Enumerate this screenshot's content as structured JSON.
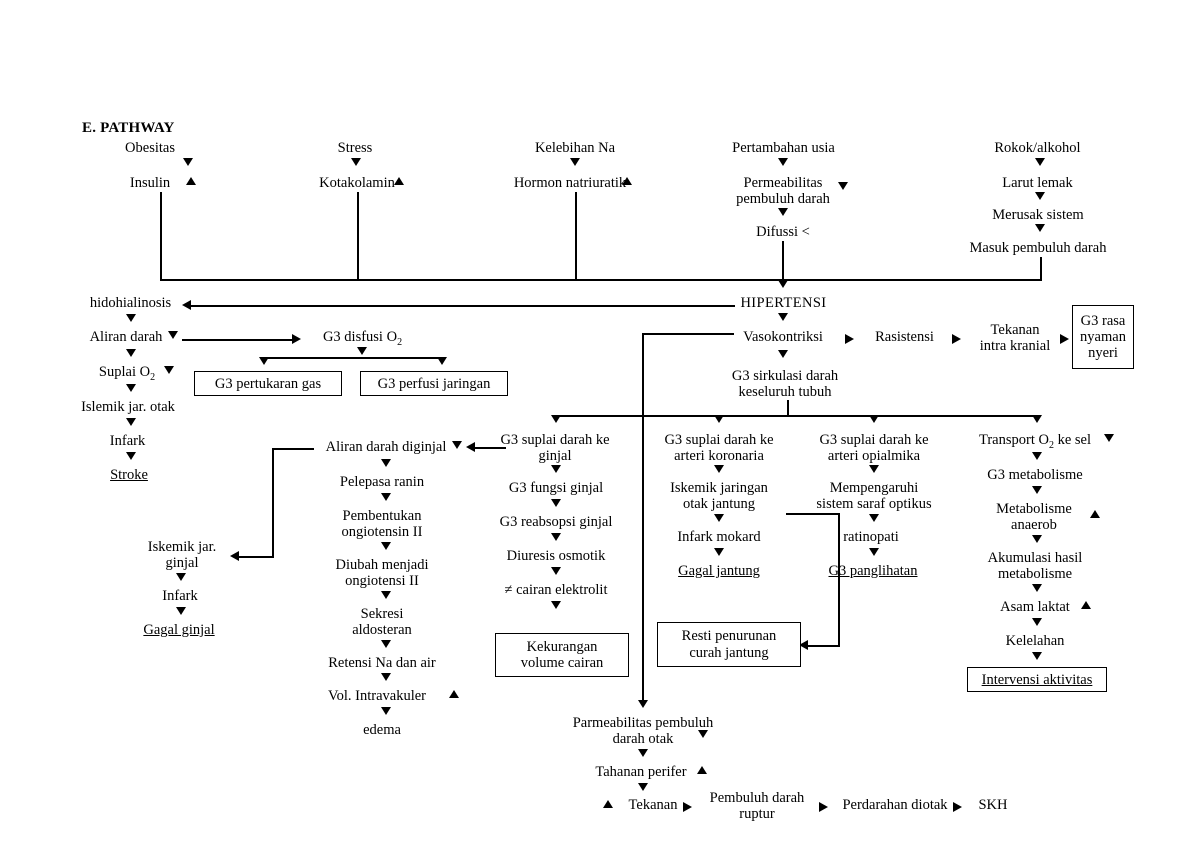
{
  "diagram": {
    "title": "E. PATHWAY",
    "topic": "Pathway Hipertensi",
    "risk_factors": [
      {
        "id": "obesitas",
        "label": "Obesitas",
        "effect": "Insulin",
        "effect_arrow": "up"
      },
      {
        "id": "stress",
        "label": "Stress",
        "effect": "Kotakolamin",
        "effect_arrow": "up"
      },
      {
        "id": "kelebihan_na",
        "label": "Kelebihan Na",
        "effect": "Hormon natriuratik",
        "effect_arrow": "up"
      },
      {
        "id": "pertambahan_usia",
        "label": "Pertambahan usia",
        "effect": "Permeabilitas\npembuluh darah",
        "effect_arrow": "down",
        "next": "Difussi <"
      },
      {
        "id": "rokok_alkohol",
        "label": "Rokok/alkohol",
        "effect": "Larut lemak",
        "next2": "Merusak sistem",
        "next3": "Masuk pembuluh darah"
      }
    ],
    "central": {
      "hipertensi": "HIPERTENSI",
      "vasokontriksi": "Vasokontriksi",
      "rasistensi": "Rasistensi",
      "tekanan_intra_kranial": "Tekanan\nintra kranial",
      "g3_rasa_nyaman_nyeri": "G3 rasa\nnyaman\nnyeri",
      "g3_sirkulasi": "G3 sirkulasi darah\nkeseluruh tubuh"
    },
    "brain_branch": {
      "hidohialinosis": "hidohialinosis",
      "aliran_darah": "Aliran darah",
      "aliran_darah_arrow": "down",
      "suplai_o2": "Suplai O",
      "suplai_o2_sub": "2",
      "suplai_o2_arrow": "down",
      "islemik_jar_otak": "Islemik jar. otak",
      "infark": "Infark",
      "stroke": "Stroke",
      "g3_disfusi_o2": "G3 disfusi O",
      "g3_disfusi_o2_sub": "2",
      "g3_pertukaran_gas": "G3 pertukaran gas",
      "g3_perfusi_jaringan": "G3 perfusi jaringan"
    },
    "kidney_left": {
      "iskemik_jar_ginjal": "Iskemik jar.\nginjal",
      "infark": "Infark",
      "gagal_ginjal": "Gagal ginjal"
    },
    "renin_chain": {
      "aliran_darah_diginjal": "Aliran darah diginjal",
      "pelepasa_ranin": "Pelepasa ranin",
      "pembentukan_ongiotensin": "Pembentukan\nongiotensin II",
      "diubah_menjadi": "Diubah menjadi\nongiotensi II",
      "sekresi_aldosteran": "Sekresi\naldosteran",
      "retensi_na_air": "Retensi Na dan air",
      "vol_intravakuler": "Vol. Intravakuler",
      "vol_intravakuler_arrow": "up",
      "edema": "edema"
    },
    "kidney_branch": {
      "g3_suplai_ginjal": "G3 suplai darah ke\nginjal",
      "g3_fungsi_ginjal": "G3 fungsi ginjal",
      "g3_reabsopsi_ginjal": "G3 reabsopsi ginjal",
      "diuresis_osmotik": "Diuresis osmotik",
      "cairan_elektrolit": "≠ cairan elektrolit",
      "kekurangan_volume_cairan": "Kekurangan\nvolume cairan"
    },
    "heart_branch": {
      "g3_suplai_koronaria": "G3 suplai darah ke\narteri koronaria",
      "iskemik_jaringan_otak_jantung": "Iskemik jaringan\notak jantung",
      "infark_mokard": "Infark mokard",
      "gagal_jantung": "Gagal jantung",
      "resti_penurunan": "Resti penurunan\ncurah jantung"
    },
    "eye_branch": {
      "g3_suplai_opialmika": "G3 suplai darah ke\narteri opialmika",
      "mempengaruhi_saraf": "Mempengaruhi\nsistem saraf optikus",
      "ratinopati": "ratinopati",
      "g3_panglihatan": "G3 panglihatan"
    },
    "metabolism_branch": {
      "transport_o2": "Transport O",
      "transport_o2_sub": "2",
      "transport_o2_tail": " ke sel",
      "transport_o2_arrow": "down",
      "g3_metabolisme": "G3 metabolisme",
      "metabolisme_anaerob": "Metabolisme\nanaerob",
      "metabolisme_anaerob_arrow": "up",
      "akumulasi": "Akumulasi hasil\nmetabolisme",
      "asam_laktat": "Asam laktat",
      "asam_laktat_arrow": "up",
      "kelelahan": "Kelelahan",
      "intervensi_aktivitas": "Intervensi aktivitas"
    },
    "brain_bleed_branch": {
      "parmeabilitas": "Parmeabilitas pembuluh\ndarah otak",
      "parmeabilitas_arrow": "down",
      "tahanan_perifer": "Tahanan perifer",
      "tahanan_perifer_arrow": "up",
      "tekanan": "Tekanan",
      "tekanan_arrow": "up",
      "pembuluh_darah_ruptur": "Pembuluh darah\nruptur",
      "perdarahan_diotak": "Perdarahan diotak",
      "skh": "SKH"
    }
  }
}
